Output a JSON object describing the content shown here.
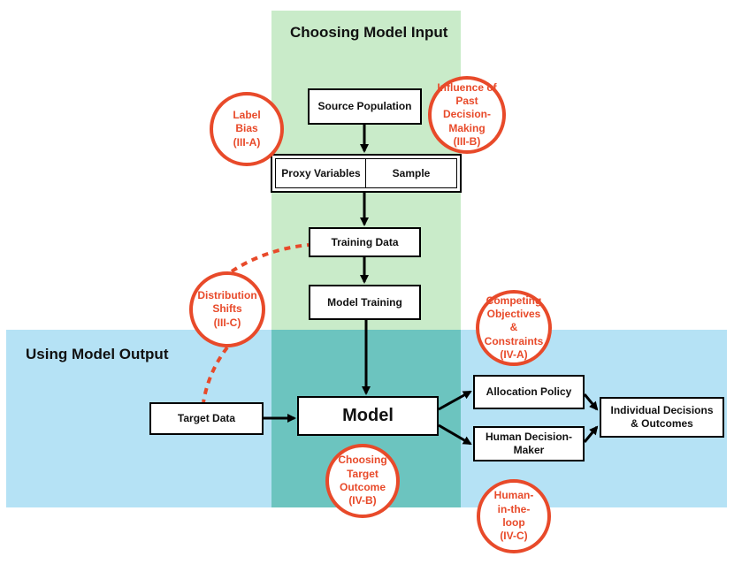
{
  "panels": {
    "input": {
      "title": "Choosing Model Input"
    },
    "output": {
      "title": "Using Model Output"
    }
  },
  "boxes": {
    "source_population": "Source Population",
    "proxy_variables": "Proxy Variables",
    "sample": "Sample",
    "training_data": "Training Data",
    "model_training": "Model Training",
    "target_data": "Target Data",
    "model": "Model",
    "allocation_policy": "Allocation Policy",
    "human_decision_maker": [
      "Human Decision-",
      "Maker"
    ],
    "individual_decisions": [
      "Individual Decisions",
      "& Outcomes"
    ]
  },
  "annotations": {
    "label_bias": [
      "Label",
      "Bias",
      "(III-A)"
    ],
    "influence_past": [
      "Influence of",
      "Past Decision-",
      "Making",
      "(III-B)"
    ],
    "distribution_shifts": [
      "Distribution",
      "Shifts",
      "(III-C)"
    ],
    "competing_objectives": [
      "Competing",
      "Objectives",
      "& Constraints",
      "(IV-A)"
    ],
    "choosing_target": [
      "Choosing",
      "Target",
      "Outcome",
      "(IV-B)"
    ],
    "human_in_loop": [
      "Human-",
      "in-the-",
      "loop",
      "(IV-C)"
    ]
  },
  "colors": {
    "input_panel": "#c9ebc9",
    "output_panel": "#b5e2f5",
    "overlap_panel": "#6cc4bf",
    "annotation": "#e84a2a"
  }
}
